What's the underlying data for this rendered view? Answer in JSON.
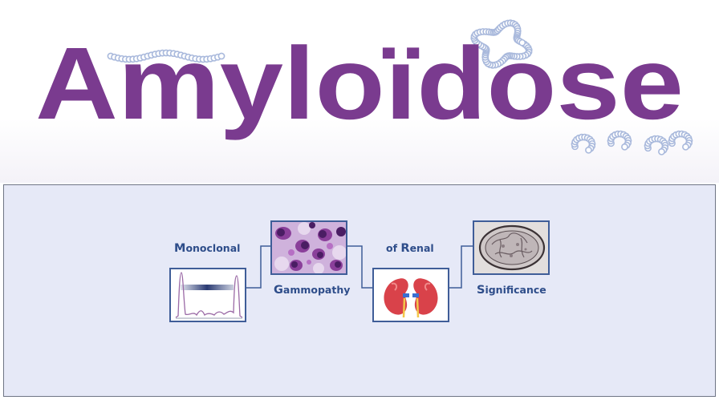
{
  "logo": {
    "word": "Amyloïdose",
    "color": "#7a3b8f",
    "bead_color": "#a9b9dc"
  },
  "diagram": {
    "line_color": "#3f5d98",
    "text_color": "#2e4d8a",
    "words": [
      {
        "initial": "M",
        "rest": "onoclonal"
      },
      {
        "initial": "G",
        "rest": "ammopathy"
      },
      {
        "prefix": "of ",
        "initial": "R",
        "rest": "enal"
      },
      {
        "initial": "S",
        "rest": "ignificance"
      }
    ],
    "images": [
      {
        "icon": "electrophoresis-graph-icon"
      },
      {
        "icon": "plasma-cells-micrograph-icon"
      },
      {
        "icon": "kidneys-icon"
      },
      {
        "icon": "glomerulus-biopsy-icon"
      }
    ]
  }
}
